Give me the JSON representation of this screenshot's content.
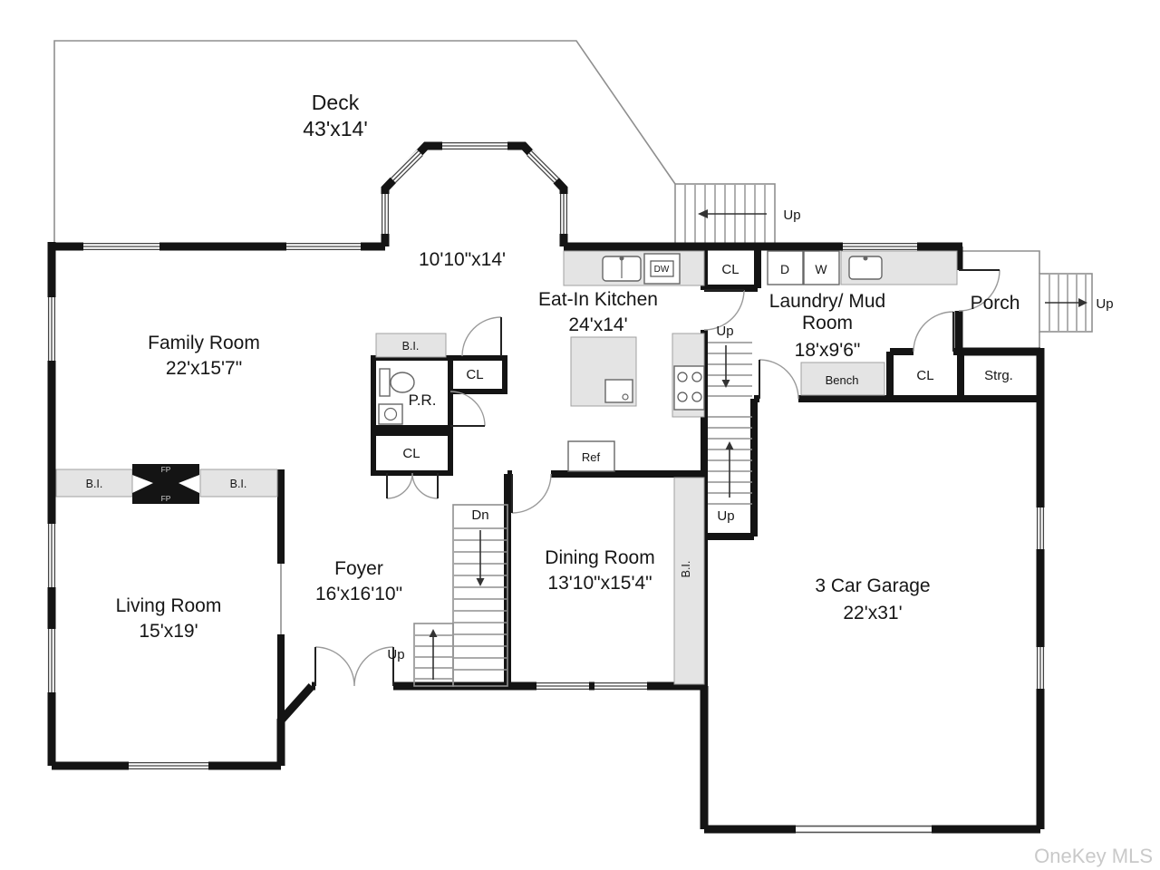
{
  "watermark": "OneKey MLS",
  "rooms": {
    "deck": {
      "name": "Deck",
      "dims": "43'x14'"
    },
    "nook": {
      "dims": "10'10\"x14'"
    },
    "kitchen": {
      "name": "Eat-In Kitchen",
      "dims": "24'x14'"
    },
    "laundry": {
      "name_line1": "Laundry/ Mud",
      "name_line2": "Room",
      "dims": "18'x9'6\""
    },
    "porch": {
      "name": "Porch"
    },
    "family_room": {
      "name": "Family Room",
      "dims": "22'x15'7\""
    },
    "living_room": {
      "name": "Living Room",
      "dims": "15'x19'"
    },
    "foyer": {
      "name": "Foyer",
      "dims": "16'x16'10\""
    },
    "dining_room": {
      "name": "Dining Room",
      "dims": "13'10\"x15'4\""
    },
    "garage": {
      "name": "3 Car Garage",
      "dims": "22'x31'"
    },
    "powder_room": {
      "name": "P.R."
    }
  },
  "fixtures": {
    "closet": "CL",
    "storage": "Strg.",
    "built_in": "B.I.",
    "bench": "Bench",
    "refrigerator": "Ref",
    "dryer": "D",
    "washer": "W",
    "dishwasher": "DW",
    "fireplace": "FP"
  },
  "stairs": {
    "up": "Up",
    "down": "Dn"
  },
  "colors": {
    "wall": "#141414",
    "counter_fill": "#e4e4e4",
    "thin_line": "#8f8f8f",
    "text": "#161616",
    "watermark": "#c9c9c9"
  }
}
